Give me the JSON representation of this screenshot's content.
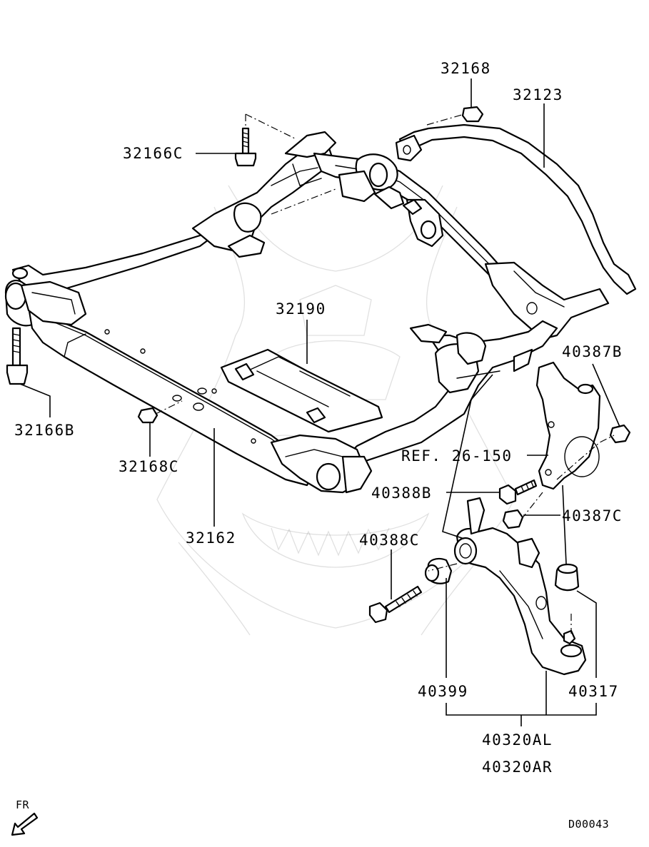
{
  "labels": {
    "p32168": "32168",
    "p32123": "32123",
    "p32166C": "32166C",
    "p32190": "32190",
    "p40387B": "40387B",
    "p32166B": "32166B",
    "p32168C": "32168C",
    "ref": "REF. 26-150",
    "p40388B": "40388B",
    "p32162": "32162",
    "p40387C": "40387C",
    "p40388C": "40388C",
    "p40399": "40399",
    "p40317": "40317",
    "p40320AL": "40320AL",
    "p40320AR": "40320AR",
    "fr": "FR",
    "code": "D00043"
  },
  "icons": {
    "direction": "arrow-front-icon",
    "watermark": "samurai-mask-watermark-icon"
  },
  "colors": {
    "line": "#000000",
    "background": "#ffffff"
  }
}
